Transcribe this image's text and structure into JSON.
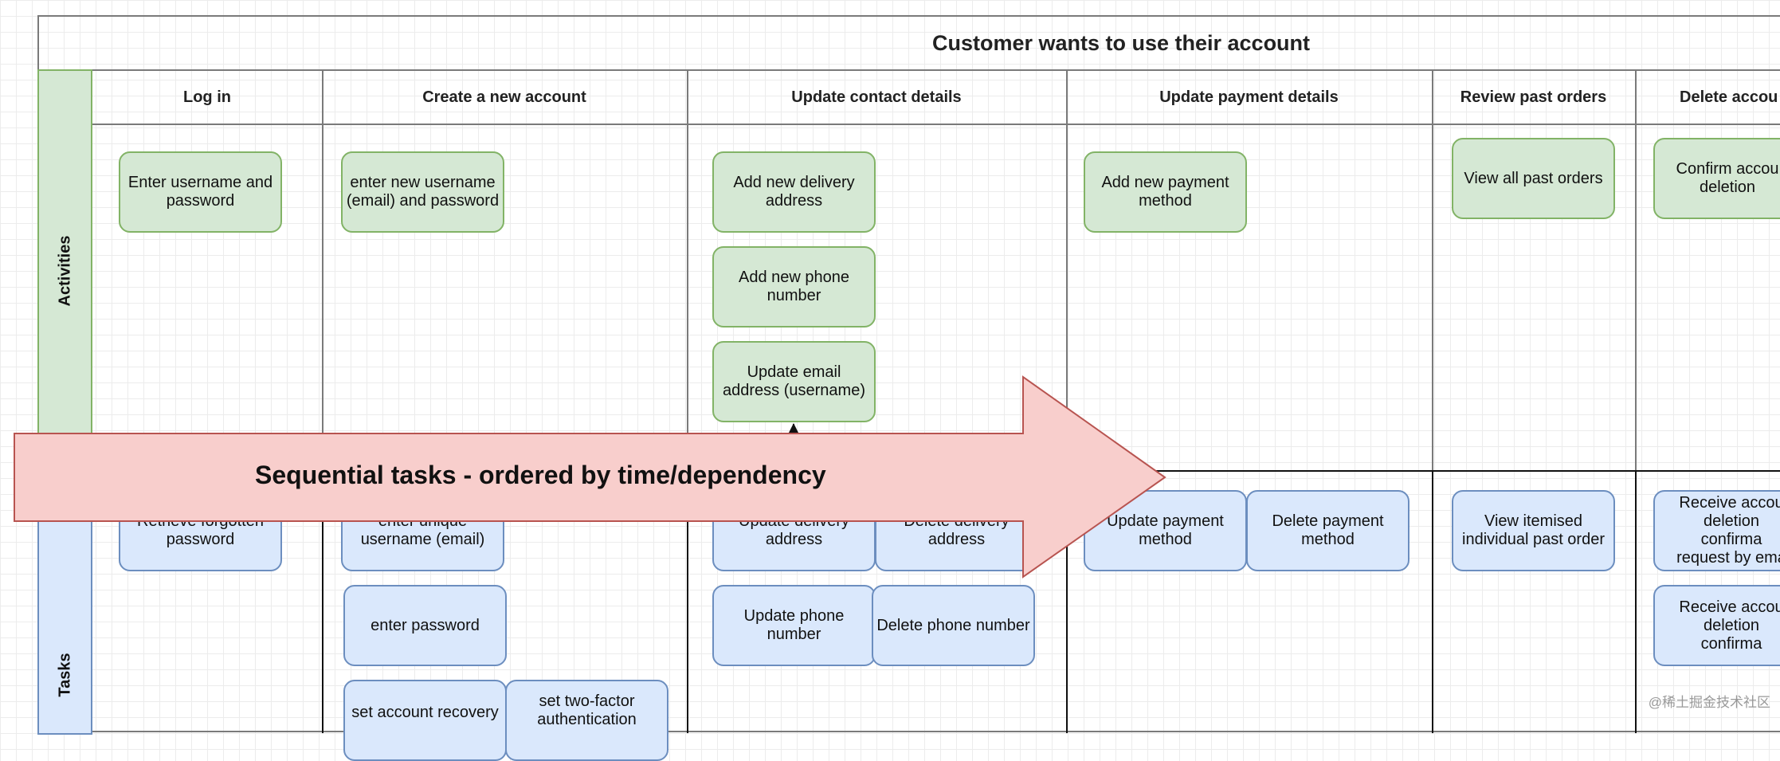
{
  "diagram": {
    "title": "Customer wants to use their account",
    "lanes": {
      "activities": "Activities",
      "tasks": "Tasks"
    },
    "columns": [
      "Log in",
      "Create a new account",
      "Update contact details",
      "Update payment details",
      "Review past orders",
      "Delete accou"
    ],
    "activities": {
      "login": [
        "Enter username and password"
      ],
      "create": [
        "enter new username (email) and password"
      ],
      "contact": [
        "Add new delivery address",
        "Add new phone number",
        "Update email address (username)"
      ],
      "payment": [
        "Add new payment method"
      ],
      "orders": [
        "View all past orders"
      ],
      "delete": [
        "Confirm accou deletion"
      ]
    },
    "tasks": {
      "login": [
        "Retrieve forgotten password"
      ],
      "create": [
        "enter unique username (email)",
        "enter password",
        "set account recovery",
        "set two-factor authentication"
      ],
      "contact": [
        "Update delivery address",
        "Delete delivery address",
        "Update phone number",
        "Delete phone number"
      ],
      "payment": [
        "Update payment method",
        "Delete payment method"
      ],
      "orders": [
        "View itemised individual past order"
      ],
      "delete": [
        "Receive accou deletion confirma request by ema",
        "Receive accou deletion confirma"
      ]
    },
    "banner": "Sequential tasks - ordered by time/dependency",
    "watermark": "@稀土掘金技术社区",
    "colors": {
      "activity_fill": "#d5e8d4",
      "activity_stroke": "#82b366",
      "task_fill": "#dae8fc",
      "task_stroke": "#6c8ebf",
      "banner_fill": "#f8cecc",
      "banner_stroke": "#b85450"
    }
  }
}
